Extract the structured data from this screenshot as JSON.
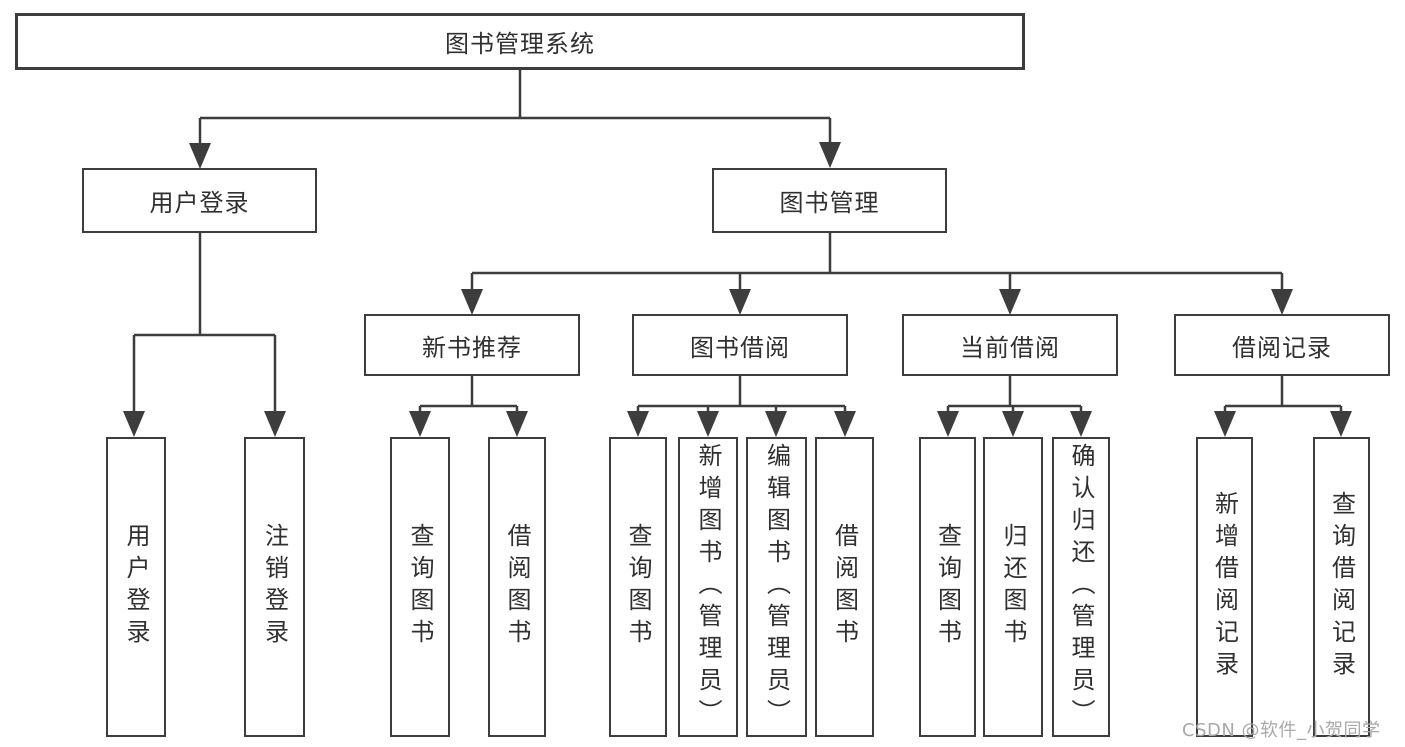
{
  "colors": {
    "line": "#3d3d3d",
    "box_border": "#3d3d3d",
    "text": "#303030",
    "watermark": "#a9a9a9",
    "background": "#ffffff"
  },
  "tree": {
    "root": {
      "label": "图书管理系统",
      "children": [
        {
          "label": "用户登录",
          "children": [
            {
              "label": "用户登录"
            },
            {
              "label": "注销登录"
            }
          ]
        },
        {
          "label": "图书管理",
          "children": [
            {
              "label": "新书推荐",
              "children": [
                {
                  "label": "查询图书"
                },
                {
                  "label": "借阅图书"
                }
              ]
            },
            {
              "label": "图书借阅",
              "children": [
                {
                  "label": "查询图书"
                },
                {
                  "label": "新增图书（管理员）"
                },
                {
                  "label": "编辑图书（管理员）"
                },
                {
                  "label": "借阅图书"
                }
              ]
            },
            {
              "label": "当前借阅",
              "children": [
                {
                  "label": "查询图书"
                },
                {
                  "label": "归还图书"
                },
                {
                  "label": "确认归还（管理员）"
                }
              ]
            },
            {
              "label": "借阅记录",
              "children": [
                {
                  "label": "新增借阅记录"
                },
                {
                  "label": "查询借阅记录"
                }
              ]
            }
          ]
        }
      ]
    }
  },
  "watermark": "CSDN @软件_小贺同学"
}
